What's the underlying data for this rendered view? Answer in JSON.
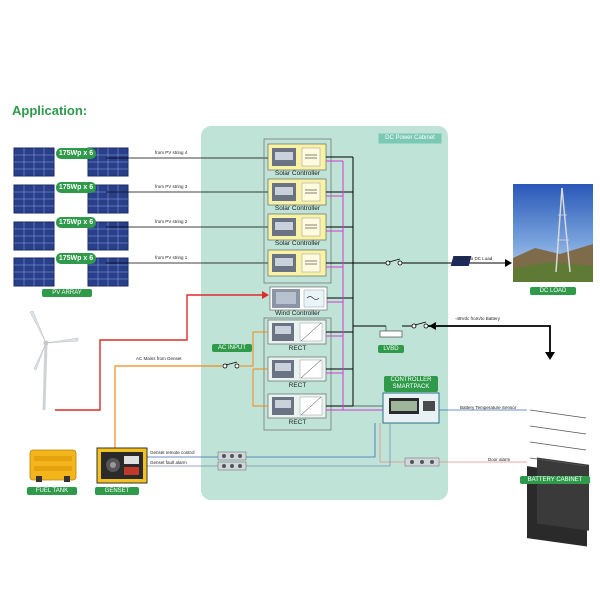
{
  "title": "Application:",
  "cabinet": {
    "title": "DC Power Cabinet"
  },
  "pv": {
    "array_label": "PV ARRAY",
    "panels": [
      {
        "rating": "175Wp x 6",
        "string_label": "from PV string 4"
      },
      {
        "rating": "175Wp x 6",
        "string_label": "from PV string 3"
      },
      {
        "rating": "175Wp x 6",
        "string_label": "from PV string 2"
      },
      {
        "rating": "175Wp x 6",
        "string_label": "from PV string 1"
      }
    ]
  },
  "solar_controller_label": "Solar Controller",
  "wind_controller_label": "Wind Controller",
  "rect_label": "RECT",
  "ac_input_label": "AC INPUT",
  "ac_mains_label": "AC Mains from Genset",
  "lvbd_label": "LVBD",
  "controller_label": [
    "CONTROLLER",
    "SMARTPACK"
  ],
  "dc_load": {
    "line_label": "-48Vdc to DC Load",
    "label": "DC LOAD"
  },
  "battery": {
    "line_label": "-48Vdc from/to Battery",
    "temp_label": "Battery Temperature Sensor",
    "door_label": "Door alarm",
    "label": "BATTERY CABINET"
  },
  "genset": {
    "remote_label": "Genset remote control",
    "fault_label": "Genset fault alarm",
    "label": "GENSET"
  },
  "fuel_tank_label": "FUEL TANK",
  "colors": {
    "brand_green": "#2e9a4a",
    "cabinet_bg": "#bfe3d6",
    "device_yellow": "#f7f2a6",
    "wire_red": "#e02a2a",
    "wire_orange": "#f08a1a",
    "wire_magenta": "#d43ad4",
    "wire_black": "#000000"
  }
}
